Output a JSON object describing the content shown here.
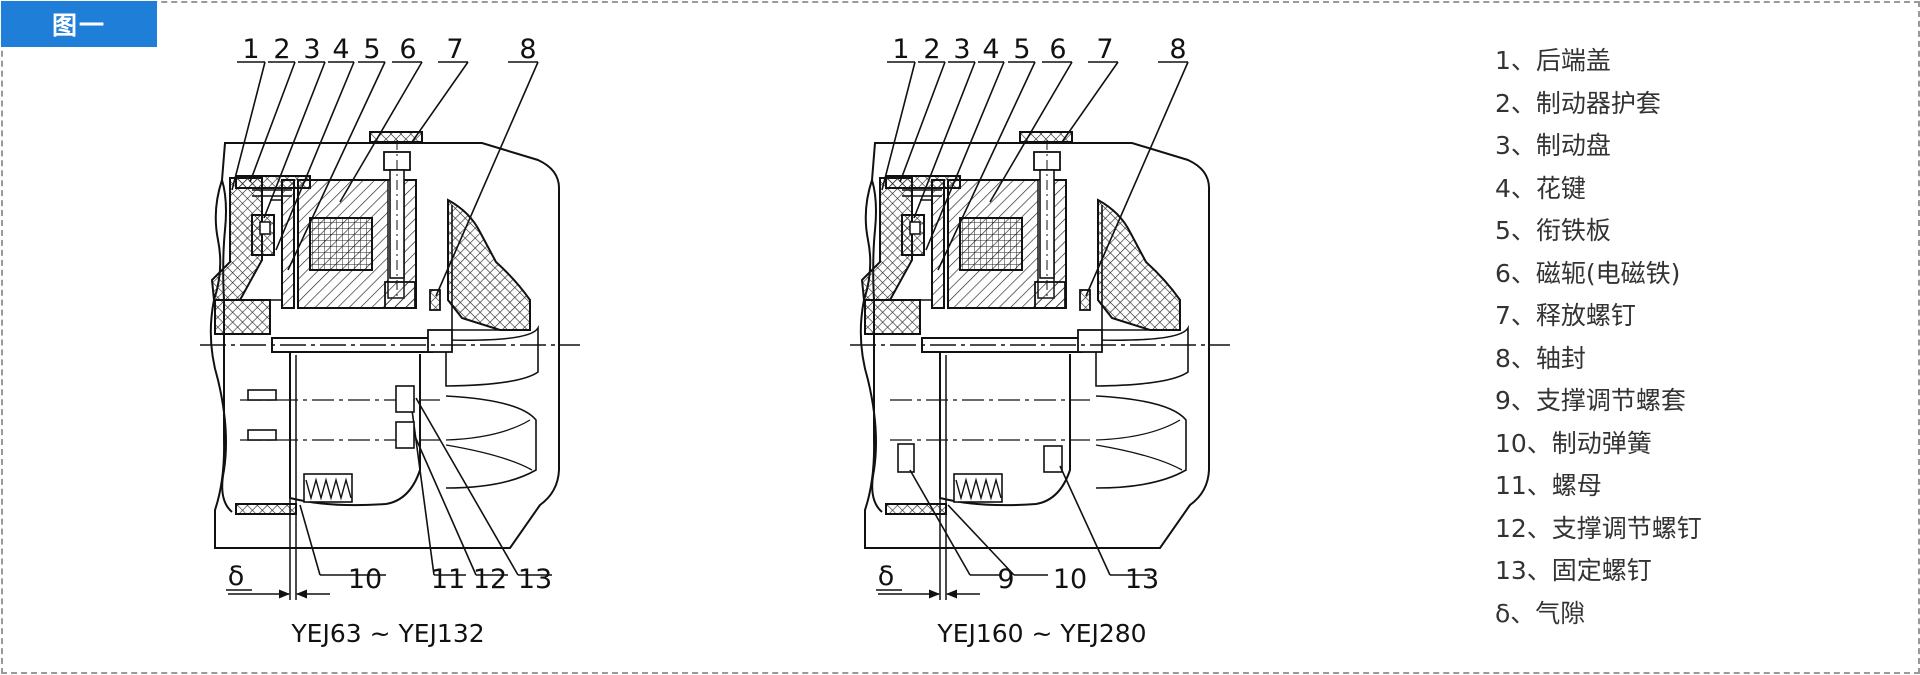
{
  "tab": {
    "label": "图一"
  },
  "diagrams": [
    {
      "id": "left",
      "callouts_top": [
        "1",
        "2",
        "3",
        "4",
        "5",
        "6",
        "7",
        "8"
      ],
      "callouts_bottom": [
        "10",
        "11",
        "12",
        "13"
      ],
      "delta": "δ",
      "caption": "YEJ63 ~ YEJ132"
    },
    {
      "id": "right",
      "callouts_top": [
        "1",
        "2",
        "3",
        "4",
        "5",
        "6",
        "7",
        "8"
      ],
      "callouts_bottom": [
        "9",
        "10",
        "13"
      ],
      "delta": "δ",
      "caption": "YEJ160 ~ YEJ280"
    }
  ],
  "legend": [
    "1、后端盖",
    "2、制动器护套",
    "3、制动盘",
    "4、花键",
    "5、衔铁板",
    "6、磁轭(电磁铁)",
    "7、释放螺钉",
    "8、轴封",
    "9、支撑调节螺套",
    "10、制动弹簧",
    "11、螺母",
    "12、支撑调节螺钉",
    "13、固定螺钉",
    "δ、气隙"
  ]
}
